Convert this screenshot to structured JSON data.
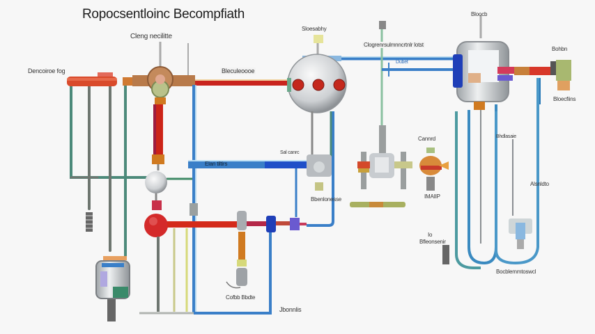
{
  "title": "Ropocsentloinc Becompfiath",
  "labels": {
    "top_center": "Cleng necilitte",
    "left_inlet": "Dencoiroe fog",
    "red_line": "Bleculeoooe",
    "sphere_top": "Sloesabhy",
    "top_right_pipe": "Clogrenrsulmnncrtnlr lotst",
    "top_right_sub": "Dubet",
    "reactor_top": "Bloocb",
    "right_valve": "Bohbn",
    "right_box": "Bloecfiins",
    "blue_line": "Elan tiltirs",
    "small_tag": "Sal canrc",
    "valve_bottom": "Bbenlonesse",
    "pump_center": "Cannrd",
    "pump_sub": "IMAIIP",
    "right_tag_1": "Bhdlasaie",
    "right_tag_2": "Alsnldto",
    "lower_left": "Io",
    "lower_left_sub": "Bfleonsenir",
    "bottom_right": "Bocblemmtoswcl",
    "bottom_center": "Cofbb Bbdte",
    "bottom_right_center": "Jbonnlis"
  },
  "colors": {
    "hot_line": "#d92f22",
    "cold_line": "#3a7fc8",
    "return_line": "#4c8a7a",
    "gray_line": "#6e7670",
    "copper": "#c9803a",
    "yellow_line": "#d6d97a",
    "vessel": "#cfd3d6",
    "accent_blue": "#1f3fb8"
  }
}
